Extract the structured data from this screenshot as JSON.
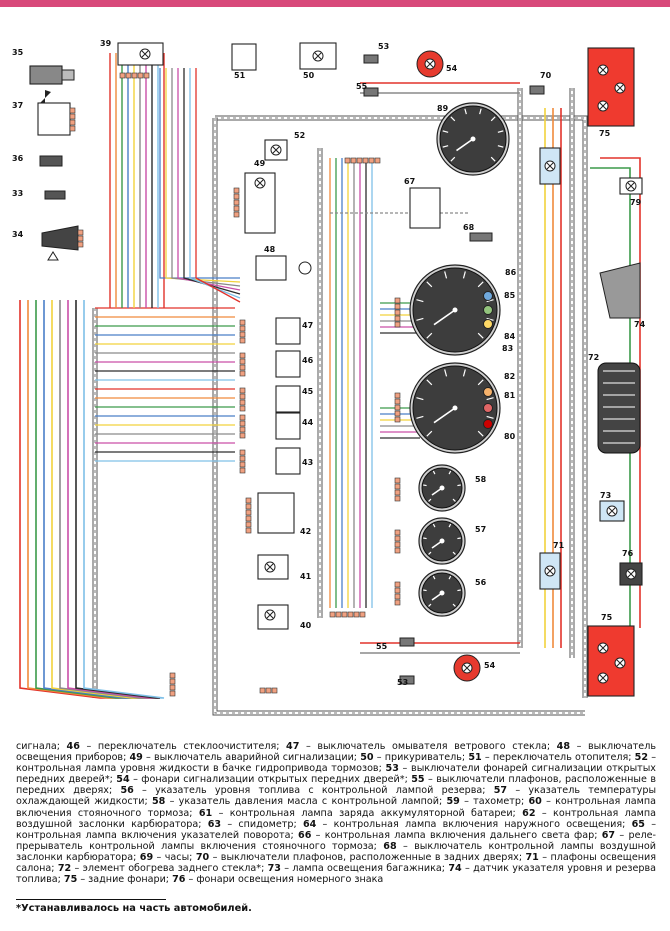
{
  "component_numbers": [
    "35",
    "39",
    "51",
    "50",
    "53",
    "54",
    "55",
    "70",
    "37",
    "89",
    "75",
    "52",
    "36",
    "49",
    "33",
    "67",
    "34",
    "68",
    "79",
    "48",
    "74",
    "86",
    "85",
    "84",
    "83",
    "47",
    "46",
    "72",
    "45",
    "44",
    "43",
    "82",
    "81",
    "80",
    "42",
    "58",
    "73",
    "41",
    "57",
    "71",
    "76",
    "40",
    "56",
    "75",
    "55",
    "54",
    "53"
  ],
  "legend_entries": [
    {
      "num": "",
      "text": "сигнала;"
    },
    {
      "num": "46",
      "text": " – переключатель стеклоочистителя;"
    },
    {
      "num": "47",
      "text": " – выключатель омывателя ветрового стекла;"
    },
    {
      "num": "48",
      "text": " – выключатель освещения приборов;"
    },
    {
      "num": "49",
      "text": " – выключатель аварийной сигнализации;"
    },
    {
      "num": "50",
      "text": " – прикуриватель;"
    },
    {
      "num": "51",
      "text": " – переключатель отопителя;"
    },
    {
      "num": "52",
      "text": " – контрольная лампа уровня жидкости в бачке гидропривода тормозов;"
    },
    {
      "num": "53",
      "text": " – выключатели фонарей сигнализации открытых передних дверей*;"
    },
    {
      "num": "54",
      "text": " – фонари сигнализации открытых передних дверей*;"
    },
    {
      "num": "55",
      "text": " – выключатели плафонов, расположенные в передних дверях;"
    },
    {
      "num": "56",
      "text": " – указатель уровня топлива с контрольной лампой резерва;"
    },
    {
      "num": "57",
      "text": " – указатель температуры охлаждающей жидкости;"
    },
    {
      "num": "58",
      "text": " – указатель давления масла с контрольной лампой;"
    },
    {
      "num": "59",
      "text": " – тахометр;"
    },
    {
      "num": "60",
      "text": " – контрольная лампа включения стояночного тормоза;"
    },
    {
      "num": "61",
      "text": " – контрольная лампа заряда аккумуляторной батареи;"
    },
    {
      "num": "62",
      "text": " – контрольная лампа воздушной заслонки карбюратора;"
    },
    {
      "num": "63",
      "text": " – спидометр;"
    },
    {
      "num": "64",
      "text": " – контрольная лампа включения наружного освещения;"
    },
    {
      "num": "65",
      "text": " – контрольная лампа включения указателей поворота;"
    },
    {
      "num": "66",
      "text": " – контрольная лампа включения дальнего света фар;"
    },
    {
      "num": "67",
      "text": " – реле-прерыватель контрольной лампы включения стояночного тормоза;"
    },
    {
      "num": "68",
      "text": " – выключатель контрольной лампы воздушной заслонки карбюратора;"
    },
    {
      "num": "69",
      "text": " – часы;"
    },
    {
      "num": "70",
      "text": " – выключатели плафонов, расположенные в задних дверях;"
    },
    {
      "num": "71",
      "text": " – плафоны освещения салона;"
    },
    {
      "num": "72",
      "text": " – элемент обогрева заднего стекла*;"
    },
    {
      "num": "73",
      "text": " – лампа освещения багажника;"
    },
    {
      "num": "74",
      "text": " – датчик указателя уровня и резерва топлива;"
    },
    {
      "num": "75",
      "text": " – задние фонари;"
    },
    {
      "num": "76",
      "text": " – фонари освещения номерного знака"
    }
  ],
  "footnote": "*Устанавливалось на часть автомобилей.",
  "colors": {
    "top_bar": "#d8497a",
    "wire_red": "#e2332b",
    "wire_orange": "#f08a3c",
    "wire_green": "#3c9a4a",
    "wire_blue": "#4a7fc8",
    "wire_yellow": "#f2d23c",
    "wire_grey": "#8a8a8a",
    "lamp_red": "#e63a2e",
    "taillight_red": "#ef3a2f",
    "connector_orange": "#f0a080"
  }
}
